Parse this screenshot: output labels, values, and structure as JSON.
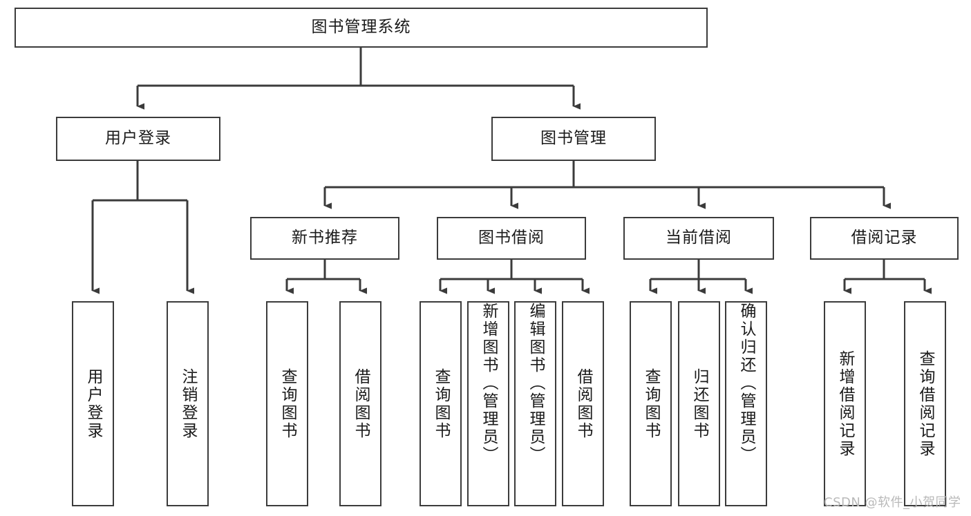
{
  "diagram": {
    "title": "图书管理系统",
    "type": "hierarchy-tree",
    "levels": 4,
    "root": {
      "id": "root",
      "label": "图书管理系统",
      "orientation": "horizontal"
    },
    "level2": [
      {
        "id": "user-login",
        "label": "用户登录",
        "orientation": "horizontal"
      },
      {
        "id": "book-management",
        "label": "图书管理",
        "orientation": "horizontal"
      }
    ],
    "level3": [
      {
        "id": "new-book-recommend",
        "label": "新书推荐",
        "orientation": "horizontal",
        "parent": "book-management"
      },
      {
        "id": "book-borrow",
        "label": "图书借阅",
        "orientation": "horizontal",
        "parent": "book-management"
      },
      {
        "id": "current-borrow",
        "label": "当前借阅",
        "orientation": "horizontal",
        "parent": "book-management"
      },
      {
        "id": "borrow-records",
        "label": "借阅记录",
        "orientation": "horizontal",
        "parent": "book-management"
      }
    ],
    "leaves": [
      {
        "id": "leaf-user-login",
        "label": "用户登录",
        "parent": "user-login",
        "orientation": "vertical"
      },
      {
        "id": "leaf-user-logout",
        "label": "注销登录",
        "parent": "user-login",
        "orientation": "vertical"
      },
      {
        "id": "leaf-query-book-1",
        "label": "查询图书",
        "parent": "new-book-recommend",
        "orientation": "vertical"
      },
      {
        "id": "leaf-borrow-book-1",
        "label": "借阅图书",
        "parent": "new-book-recommend",
        "orientation": "vertical"
      },
      {
        "id": "leaf-query-book-2",
        "label": "查询图书",
        "parent": "book-borrow",
        "orientation": "vertical"
      },
      {
        "id": "leaf-add-book",
        "label": "新增图书（管理员）",
        "parent": "book-borrow",
        "orientation": "vertical"
      },
      {
        "id": "leaf-edit-book",
        "label": "编辑图书（管理员）",
        "parent": "book-borrow",
        "orientation": "vertical"
      },
      {
        "id": "leaf-borrow-book-2",
        "label": "借阅图书",
        "parent": "book-borrow",
        "orientation": "vertical"
      },
      {
        "id": "leaf-query-book-3",
        "label": "查询图书",
        "parent": "current-borrow",
        "orientation": "vertical"
      },
      {
        "id": "leaf-return-book",
        "label": "归还图书",
        "parent": "current-borrow",
        "orientation": "vertical"
      },
      {
        "id": "leaf-confirm-return",
        "label": "确认归还（管理员）",
        "parent": "current-borrow",
        "orientation": "vertical"
      },
      {
        "id": "leaf-add-record",
        "label": "新增借阅记录",
        "parent": "borrow-records",
        "orientation": "vertical"
      },
      {
        "id": "leaf-query-record",
        "label": "查询借阅记录",
        "parent": "borrow-records",
        "orientation": "vertical"
      }
    ],
    "colors": {
      "stroke": "#3b3b3b",
      "fill": "#ffffff",
      "text": "#1a1a1a",
      "watermark": "#b9b9b9"
    }
  },
  "watermark": {
    "text": "CSDN @软件_小贺同学"
  }
}
